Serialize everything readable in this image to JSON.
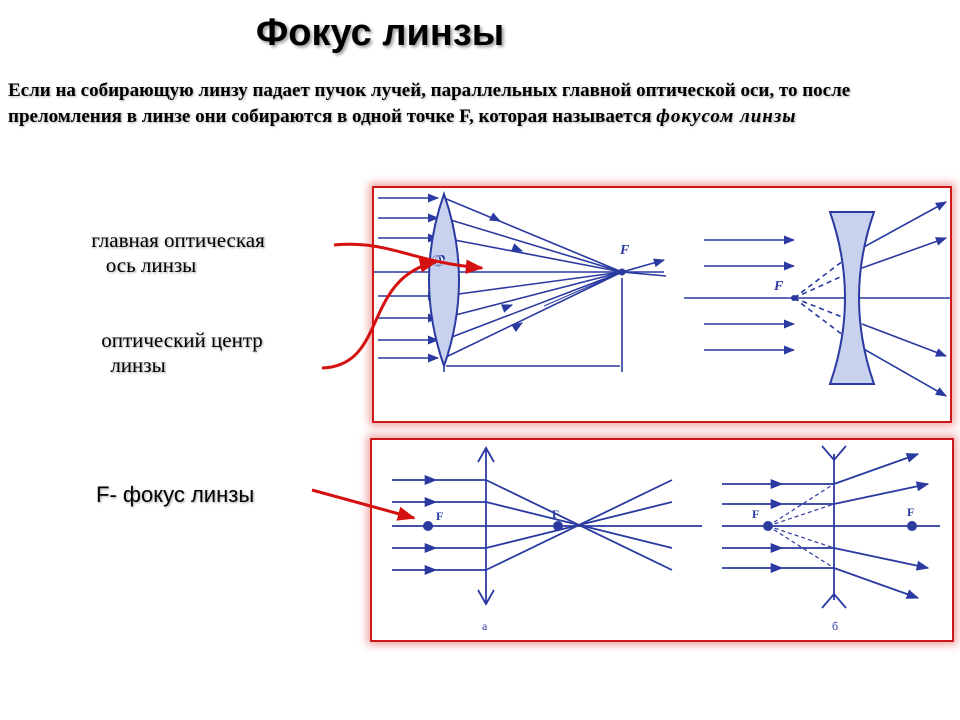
{
  "title": "Фокус линзы",
  "intro": {
    "text": "Если на собирающую линзу падает пучок лучей, параллельных главной оптической оси, то после преломления в линзе они собираются в одной точке F, которая называется ",
    "emphasis": "фокусом линзы"
  },
  "labels": {
    "axis_line1": "главная оптическая",
    "axis_line2": "ось  линзы",
    "center_line1": "оптический центр",
    "center_line2": "линзы",
    "focus": "F- фокус линзы"
  },
  "diagram_top": {
    "center_mark": "O",
    "focus_left": "F",
    "focus_right": "F"
  },
  "diagram_bottom": {
    "left_focus_a": "F",
    "left_focus_b": "F",
    "right_focus_a": "F",
    "right_focus_b": "F",
    "caption_a": "а",
    "caption_b": "б"
  },
  "colors": {
    "ray": "#2a3aa0",
    "frame": "#d01818",
    "arrow": "#d41010"
  }
}
